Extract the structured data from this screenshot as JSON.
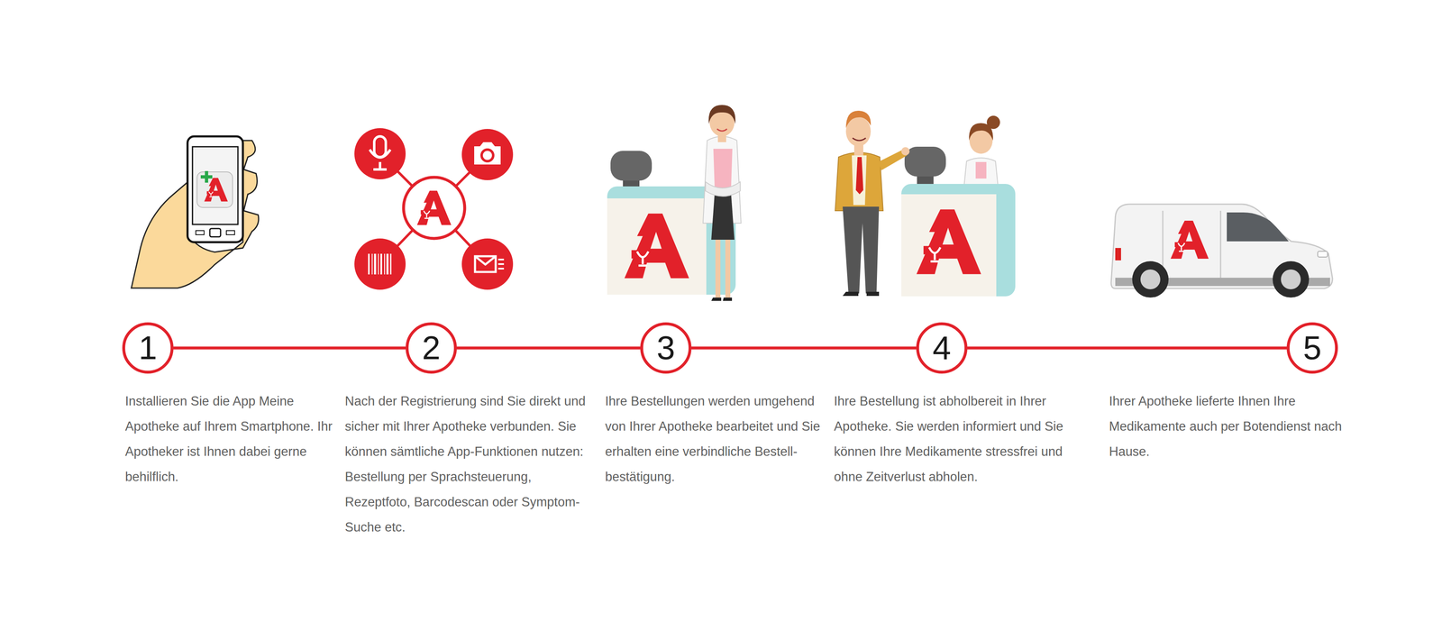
{
  "diagram": {
    "nodes": [
      {
        "text": [
          "1"
        ]
      },
      {
        "text": [
          "2"
        ]
      },
      {
        "text": [
          "3"
        ]
      },
      {
        "text": [
          "4"
        ]
      },
      {
        "text": [
          "5"
        ]
      }
    ],
    "edges": [
      {
        "from": 0,
        "to": 1,
        "arrow": "none"
      },
      {
        "from": 1,
        "to": 2,
        "arrow": "none"
      },
      {
        "from": 2,
        "to": 3,
        "arrow": "none"
      },
      {
        "from": 3,
        "to": 4,
        "arrow": "none"
      }
    ],
    "labels": [
      "Installieren Sie die App Meine Apotheke auf Ihrem Smartphone. Ihr Apotheker ist Ihnen dabei gerne behilflich.",
      "Nach der Registrierung sind Sie direkt und sicher mit Ihrer Apotheke verbunden. Sie können sämtliche App-Funktionen nutzen: Bestellung per Sprachsteuerung, Rezeptfoto, Barcodescan oder Symptom-Suche etc.",
      "Ihre Bestellungen werden umgehend von Ihrer Apotheke bearbeitet und Sie erhalten eine verbindliche Bestell-bestätigung.",
      "Ihre Bestellung ist abholbereit in Ihrer Apotheke. Sie werden informiert und Sie können Ihre Medikamente stressfrei und ohne Zeitverlust abholen.",
      "Ihrer Apotheke lieferte Ihnen Ihre Medikamente auch per Botendienst nach Hause."
    ]
  }
}
